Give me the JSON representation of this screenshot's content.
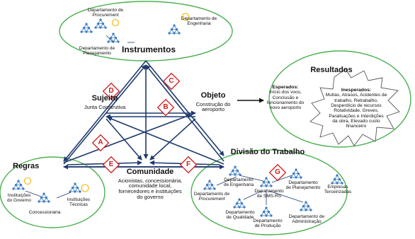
{
  "colors": {
    "ellipse_border": "#4caf50",
    "arrow": "#1f3b6e",
    "badge": "#d01b1b",
    "node": "#3b7bbf",
    "highlight": "#f2b705"
  },
  "instrumentos": {
    "title": "Instrumentos",
    "departments": [
      {
        "line1": "Departamento de",
        "line2": "Procurement"
      },
      {
        "line1": "Departamento de",
        "line2": "Planejamento"
      },
      {
        "line1": "Departamento de",
        "line2": "Engenharia"
      }
    ]
  },
  "sujeito": {
    "title": "Sujeito",
    "subtitle": "Junta Construtiva"
  },
  "objeto": {
    "title": "Objeto",
    "line1": "Construção do",
    "line2": "aeroporto"
  },
  "resultados": {
    "title": "Resultados",
    "esperados_title": "Esperados:",
    "esperados_text": "Início dos voos,\nConclusão e\nfuncionamento do\nnovo aeroporto",
    "inesperados_title": "Inesperados:",
    "inesperados_text": "Multas, Atrasos, Acidentes de\ntrabalho, Retrabalho,\nDesperdício de recursos\nRotatividade, Greves,\nParalisações e Interdições\nda obra, Elevado custo\nfinanceiro"
  },
  "regras": {
    "title": "Regras",
    "items": [
      {
        "line1": "Instituições",
        "line2": "do Governo"
      },
      {
        "line1": "Concessionária",
        "line2": ""
      },
      {
        "line1": "Instituições",
        "line2": "Técnicas"
      }
    ]
  },
  "comunidade": {
    "title": "Comunidade",
    "lines": [
      "Acionistas, concessionária,",
      "comunidade local,",
      "fornecedores e instituições",
      "do governo"
    ]
  },
  "divisao": {
    "title": "Divisão do Trabalho",
    "departments": [
      {
        "line1": "Departamento",
        "line2": "de Engenharia"
      },
      {
        "line1": "Departamento",
        "line2": "de SMS-RS"
      },
      {
        "line1": "Departamento",
        "line2": "de Planejamento"
      },
      {
        "line1": "Empresas",
        "line2": "Terceirizadas"
      },
      {
        "line1": "Departamento de",
        "line2": "Procurement"
      },
      {
        "line1": "Departamento",
        "line2": "de Qualidade"
      },
      {
        "line1": "Departamento",
        "line2": "de Produção"
      },
      {
        "line1": "Departamento de",
        "line2": "Administração"
      }
    ]
  },
  "badges": [
    "A",
    "B",
    "C",
    "D",
    "E",
    "F",
    "G"
  ]
}
